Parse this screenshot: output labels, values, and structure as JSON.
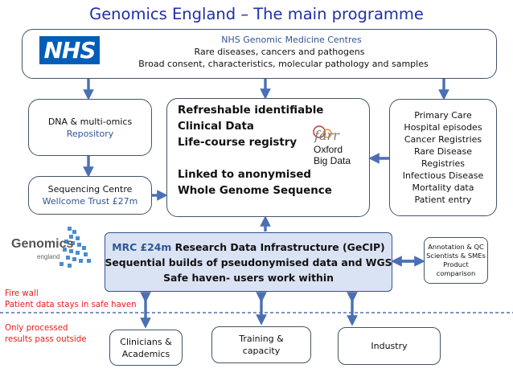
{
  "title": "Genomics England – The main programme",
  "nhs": {
    "logo_text": "NHS",
    "line1": "NHS Genomic Medicine Centres",
    "line2": "Rare diseases, cancers and pathogens",
    "line3": "Broad consent, characteristics, molecular pathology and samples"
  },
  "repository": {
    "line1": "DNA & multi-omics",
    "line2": "Repository"
  },
  "sequencing": {
    "line1": "Sequencing Centre",
    "line2": "Wellcome Trust £27m"
  },
  "clinical": {
    "line1": "Refreshable identifiable",
    "line2": "Clinical Data",
    "line3": "Life-course registry",
    "line4": "Linked to anonymised",
    "line5": "Whole Genome Sequence",
    "farr_logo": "farr",
    "farr_line1": "Oxford",
    "farr_line2": "Big Data"
  },
  "sources": {
    "items": [
      "Primary Care",
      "Hospital episodes",
      "Cancer Registries",
      "Rare Disease",
      "Registries",
      "Infectious Disease",
      "Mortality data",
      "Patient entry"
    ]
  },
  "genomics_logo": {
    "word": "Genomics",
    "sub": "england"
  },
  "mrc": {
    "prefix": "MRC £24m",
    "line1_rest": " Research Data Infrastructure (GeCIP)",
    "line2": "Sequential builds of pseudonymised data and WGS",
    "line3": "Safe haven- users work within"
  },
  "annotation": {
    "line1": "Annotation & QC",
    "line2": "Scientists & SMEs",
    "line3": "Product",
    "line4": "comparison"
  },
  "firewall": {
    "line1": "Fire wall",
    "line2": "Patient data stays in safe haven"
  },
  "processed": {
    "line1": "Only processed",
    "line2": "results pass outside"
  },
  "users": {
    "clinicians": {
      "line1": "Clinicians &",
      "line2": "Academics"
    },
    "training": {
      "line1": "Training &",
      "line2": "capacity"
    },
    "industry": "Industry"
  },
  "colors": {
    "title": "#1f2fa8",
    "arrow": "#4a6fb5",
    "border": "#44546a",
    "mrc_fill": "#dae3f3",
    "nhs_blue": "#005eb8",
    "firewall_red": "#e81c1c"
  }
}
